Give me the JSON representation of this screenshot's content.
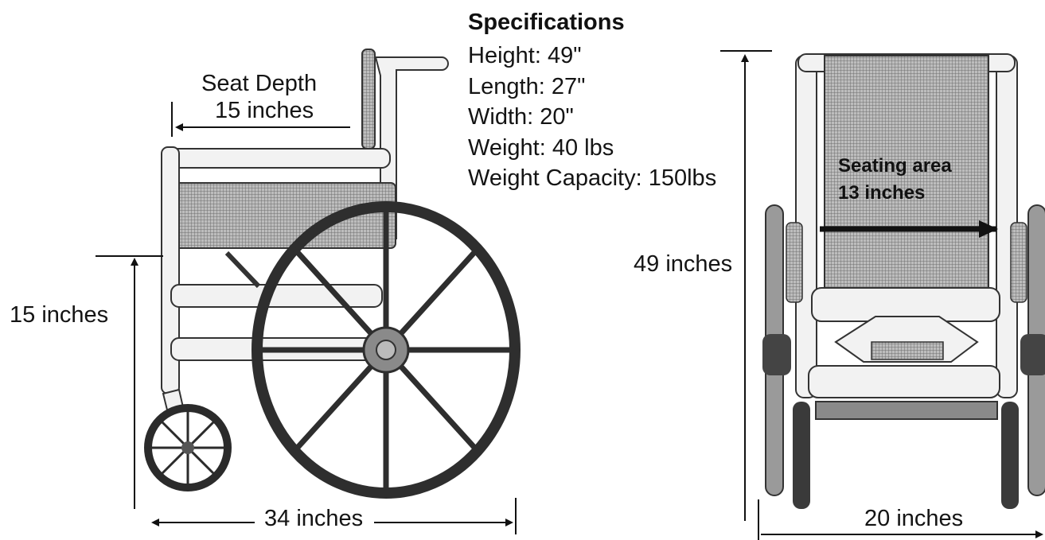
{
  "specifications": {
    "title": "Specifications",
    "items": [
      "Height: 49\"",
      "Length: 27\"",
      "Width: 20\"",
      "Weight: 40 lbs",
      "Weight Capacity: 150lbs"
    ]
  },
  "side_view": {
    "seat_depth_label": "Seat Depth",
    "seat_depth_value": "15 inches",
    "seat_height_label": "15 inches",
    "overall_length_label": "34 inches"
  },
  "front_view": {
    "height_label": "49 inches",
    "seating_area_label": "Seating area",
    "seating_area_value": "13 inches",
    "width_label": "20 inches"
  },
  "colors": {
    "line": "#222222",
    "mesh": "#8a8a8a",
    "frame_fill": "#f2f2f2",
    "wheel": "#303030"
  }
}
